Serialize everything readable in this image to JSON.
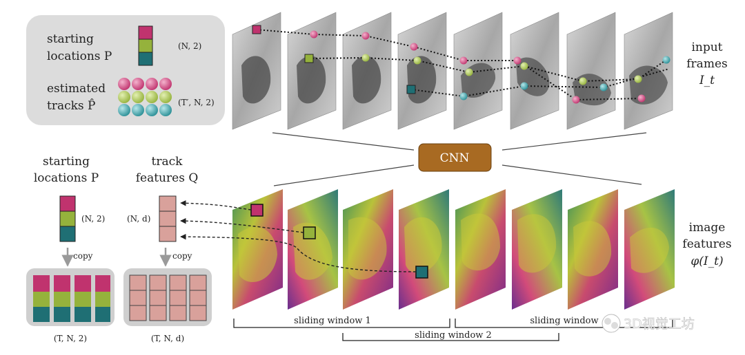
{
  "legend": {
    "starting_label_1": "starting",
    "starting_label_2": "locations P",
    "starting_shape": "(N, 2)",
    "tracks_label_1": "estimated",
    "tracks_label_2": "tracks P̂",
    "tracks_shape": "(T′, N, 2)"
  },
  "input": {
    "label_1": "input",
    "label_2": "frames",
    "label_3": "I_t"
  },
  "cnn": {
    "label": "CNN"
  },
  "features": {
    "label_1": "image",
    "label_2": "features",
    "label_3": "φ(I_t)"
  },
  "left_bottom": {
    "start_label_1": "starting",
    "start_label_2": "locations P",
    "start_shape": "(N, 2)",
    "track_label_1": "track",
    "track_label_2": "features Q",
    "track_shape": "(N, d)",
    "copy_1": "copy",
    "copy_2": "copy",
    "out_shape_1": "(T, N, 2)",
    "out_shape_2": "(T, N, d)"
  },
  "windows": {
    "w1": "sliding window 1",
    "w2": "sliding window 2",
    "w3": "sliding window"
  },
  "watermark": {
    "text": "3D视觉工坊"
  },
  "colors": {
    "magenta": "#c0336e",
    "green": "#95b23c",
    "teal": "#1f6f74",
    "cnn_box": "#a86a22",
    "track_feature": "#d9a19b",
    "panel_gray": "#dcdcdc"
  }
}
